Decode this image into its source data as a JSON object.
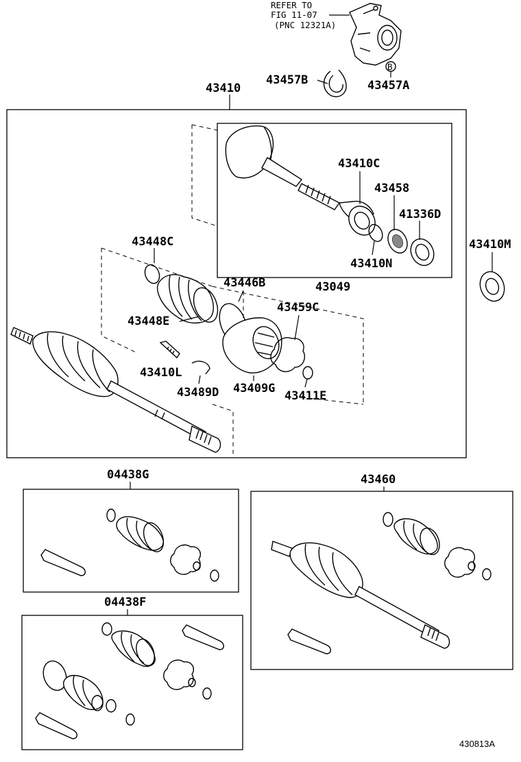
{
  "reference": {
    "line1": "REFER TO",
    "line2": "FIG 11-07",
    "line3": "(PNC 12321A)",
    "circle_letter": "B"
  },
  "labels": {
    "p43410": "43410",
    "p43457B": "43457B",
    "p43457A": "43457A",
    "p43410C": "43410C",
    "p43458": "43458",
    "p41336D": "41336D",
    "p43448C": "43448C",
    "p43410M": "43410M",
    "p43410N": "43410N",
    "p43446B": "43446B",
    "p43049": "43049",
    "p43448E": "43448E",
    "p43459C": "43459C",
    "p43410L": "43410L",
    "p43489D": "43489D",
    "p43409G": "43409G",
    "p43411E": "43411E",
    "p04438G": "04438G",
    "p43460": "43460",
    "p04438F": "04438F"
  },
  "diagram_code": "430813A"
}
